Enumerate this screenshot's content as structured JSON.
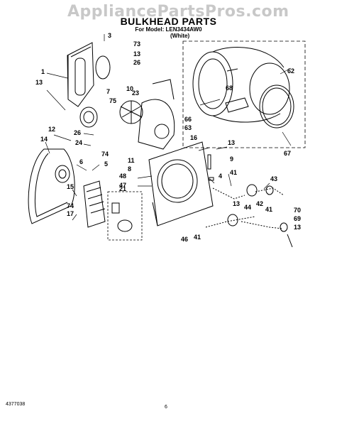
{
  "header": {
    "watermark": "AppliancePartsPros.com",
    "title": "BULKHEAD PARTS",
    "model_line": "For Model: LEN3434AW0",
    "color_line": "(White)"
  },
  "footer": {
    "doc_number": "4377038",
    "page_number": "6"
  },
  "callouts": [
    {
      "id": "c3",
      "text": "3"
    },
    {
      "id": "c73",
      "text": "73"
    },
    {
      "id": "c13a",
      "text": "13"
    },
    {
      "id": "c26a",
      "text": "26"
    },
    {
      "id": "c1",
      "text": "1"
    },
    {
      "id": "c13b",
      "text": "13"
    },
    {
      "id": "c7",
      "text": "7"
    },
    {
      "id": "c75",
      "text": "75"
    },
    {
      "id": "c10",
      "text": "10"
    },
    {
      "id": "c23",
      "text": "23"
    },
    {
      "id": "c62",
      "text": "62"
    },
    {
      "id": "c68",
      "text": "68"
    },
    {
      "id": "c66",
      "text": "66"
    },
    {
      "id": "c63",
      "text": "63"
    },
    {
      "id": "c12",
      "text": "12"
    },
    {
      "id": "c14",
      "text": "14"
    },
    {
      "id": "c26b",
      "text": "26"
    },
    {
      "id": "c24",
      "text": "24"
    },
    {
      "id": "c74a",
      "text": "74"
    },
    {
      "id": "c16",
      "text": "16"
    },
    {
      "id": "c13c",
      "text": "13"
    },
    {
      "id": "c67",
      "text": "67"
    },
    {
      "id": "c11",
      "text": "11"
    },
    {
      "id": "c8",
      "text": "8"
    },
    {
      "id": "c9",
      "text": "9"
    },
    {
      "id": "c6",
      "text": "6"
    },
    {
      "id": "c5",
      "text": "5"
    },
    {
      "id": "c48",
      "text": "48"
    },
    {
      "id": "c47",
      "text": "47"
    },
    {
      "id": "c4",
      "text": "4"
    },
    {
      "id": "c41a",
      "text": "41"
    },
    {
      "id": "c43",
      "text": "43"
    },
    {
      "id": "c15",
      "text": "15"
    },
    {
      "id": "c21",
      "text": "21"
    },
    {
      "id": "c74b",
      "text": "74"
    },
    {
      "id": "c17",
      "text": "17"
    },
    {
      "id": "c13d",
      "text": "13"
    },
    {
      "id": "c44",
      "text": "44"
    },
    {
      "id": "c42",
      "text": "42"
    },
    {
      "id": "c41b",
      "text": "41"
    },
    {
      "id": "c70",
      "text": "70"
    },
    {
      "id": "c69",
      "text": "69"
    },
    {
      "id": "c13e",
      "text": "13"
    },
    {
      "id": "c46",
      "text": "46"
    },
    {
      "id": "c41c",
      "text": "41"
    }
  ]
}
